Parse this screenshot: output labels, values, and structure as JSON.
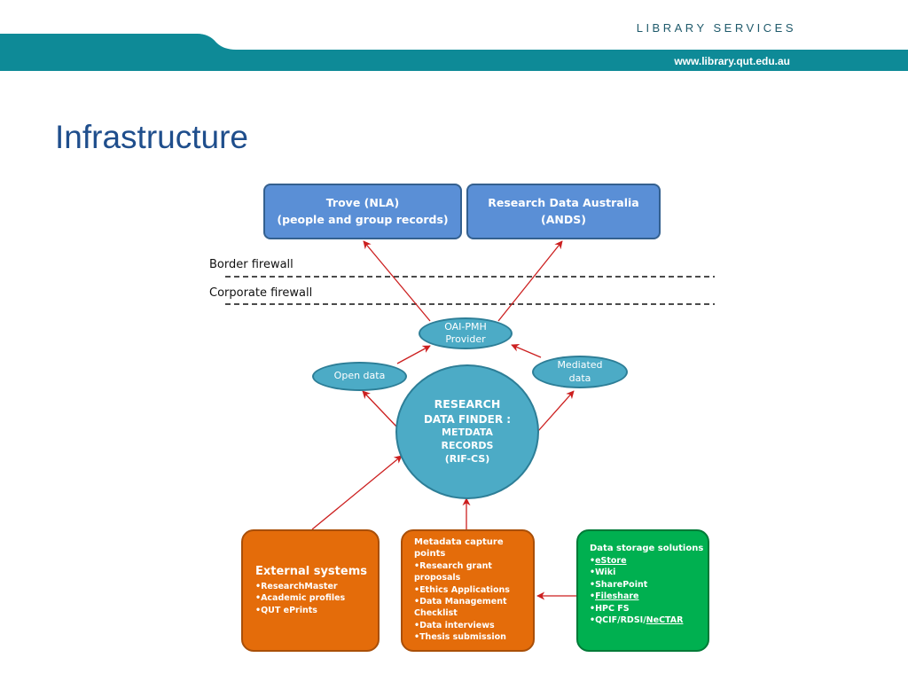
{
  "header": {
    "brand": "LIBRARY SERVICES",
    "url": "www.library.qut.edu.au",
    "colors": {
      "teal": "#0e8a97",
      "light_teal": "#a8d6dc"
    }
  },
  "slide": {
    "title": "Infrastructure"
  },
  "diagram": {
    "trove": {
      "line1": "Trove (NLA)",
      "line2": "(people and group records)"
    },
    "rda": {
      "line1": "Research Data Australia",
      "line2": "(ANDS)"
    },
    "border_firewall": "Border firewall",
    "corporate_firewall": "Corporate firewall",
    "oai": {
      "line1": "OAI-PMH",
      "line2": "Provider"
    },
    "open_data": "Open data",
    "mediated": {
      "line1": "Mediated",
      "line2": "data"
    },
    "finder": {
      "line1": "RESEARCH",
      "line2": "DATA FINDER :",
      "line3": "METDATA",
      "line4": "RECORDS",
      "line5": "(RIF-CS)"
    },
    "external": {
      "title": "External systems",
      "items": [
        "•ResearchMaster",
        "•Academic profiles",
        "•QUT ePrints"
      ]
    },
    "metadata": {
      "title_line1": "Metadata capture",
      "title_line2": "points",
      "items": [
        "•Research grant",
        "proposals",
        "•Ethics Applications",
        "•Data Management",
        "Checklist",
        "•Data interviews",
        "•Thesis submission"
      ]
    },
    "storage": {
      "title": "Data storage solutions",
      "estore": "eStore",
      "wiki": "•Wiki",
      "sharepoint": "•SharePoint",
      "fileshare": "Fileshare",
      "hpc": "•HPC FS",
      "qcif_prefix": "•QCIF/RDSI/",
      "nectar": "NeCTAR",
      "bullet": "•"
    },
    "colors": {
      "arrow": "#cc1f1f",
      "blue": "#5a8fd6",
      "teal": "#4cabc6",
      "orange": "#e46c0a",
      "green": "#00b050"
    }
  }
}
